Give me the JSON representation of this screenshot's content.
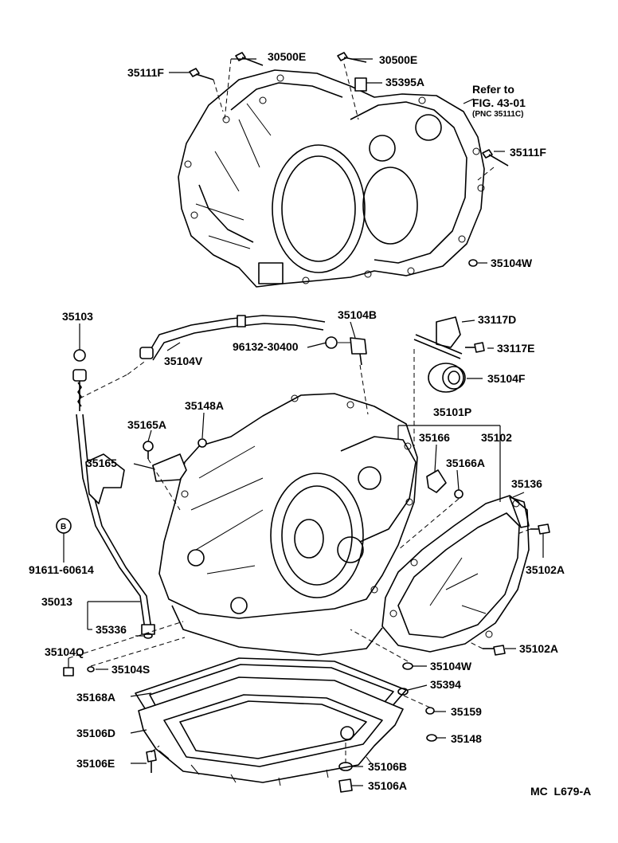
{
  "diagram": {
    "code": "MC  L679-A",
    "refer": {
      "line1": "Refer to",
      "line2": "FIG. 43-01",
      "line3": "(PNC 35111C)"
    },
    "labels": {
      "p30500E_a": "30500E",
      "p30500E_b": "30500E",
      "p35111F_a": "35111F",
      "p35111F_b": "35111F",
      "p35395A": "35395A",
      "p35104W_a": "35104W",
      "p35103": "35103",
      "p35104V": "35104V",
      "p35104B": "35104B",
      "p96132": "96132-30400",
      "p33117D": "33117D",
      "p33117E": "33117E",
      "p35104F": "35104F",
      "p35148A": "35148A",
      "p35165A": "35165A",
      "p35165": "35165",
      "p35101P": "35101P",
      "p35166": "35166",
      "p35102": "35102",
      "p35166A": "35166A",
      "p35136": "35136",
      "pB": "B",
      "p91611": "91611-60614",
      "p35102A_a": "35102A",
      "p35013": "35013",
      "p35336": "35336",
      "p35102A_b": "35102A",
      "p35104Q": "35104Q",
      "p35104S": "35104S",
      "p35104W_b": "35104W",
      "p35394": "35394",
      "p35168A": "35168A",
      "p35159": "35159",
      "p35106D": "35106D",
      "p35148": "35148",
      "p35106E": "35106E",
      "p35106B": "35106B",
      "p35106A": "35106A"
    }
  }
}
